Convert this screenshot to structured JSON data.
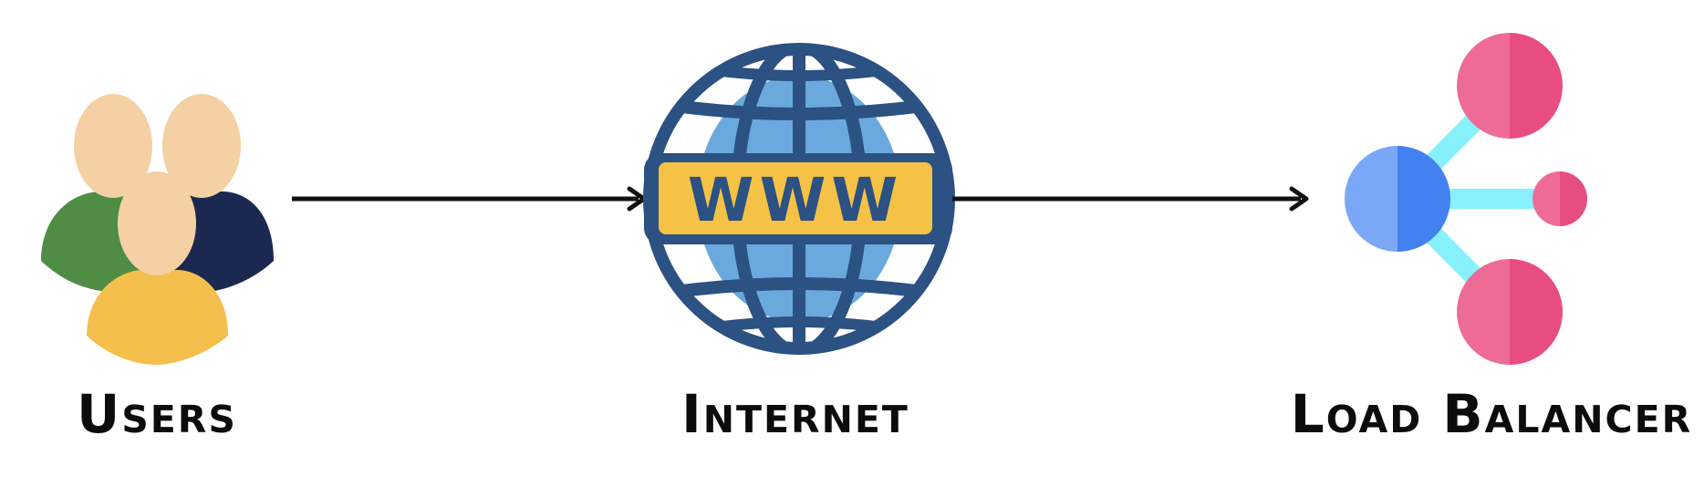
{
  "nodes": [
    {
      "id": "users",
      "label": "Users",
      "icon": "users-group-icon"
    },
    {
      "id": "internet",
      "label": "Internet",
      "icon": "globe-www-icon",
      "badge_text": "WWW"
    },
    {
      "id": "load_balancer",
      "label": "Load Balancer",
      "icon": "load-balancer-network-icon"
    }
  ],
  "edges": [
    {
      "from": "users",
      "to": "internet"
    },
    {
      "from": "internet",
      "to": "load_balancer"
    }
  ],
  "colors": {
    "skin": "#f4d0a4",
    "green": "#4f8d45",
    "navy": "#1b2850",
    "yellow": "#f5bf4e",
    "globe_stroke": "#2c5183",
    "globe_fill": "#6aa9dd",
    "www_bar": "#f5c246",
    "lb_center_left": "#7aa7f6",
    "lb_center_right": "#4381f0",
    "lb_pink_left": "#ef6b97",
    "lb_pink_right": "#e84d82",
    "lb_link": "#86f1fb",
    "arrow": "#111111"
  }
}
